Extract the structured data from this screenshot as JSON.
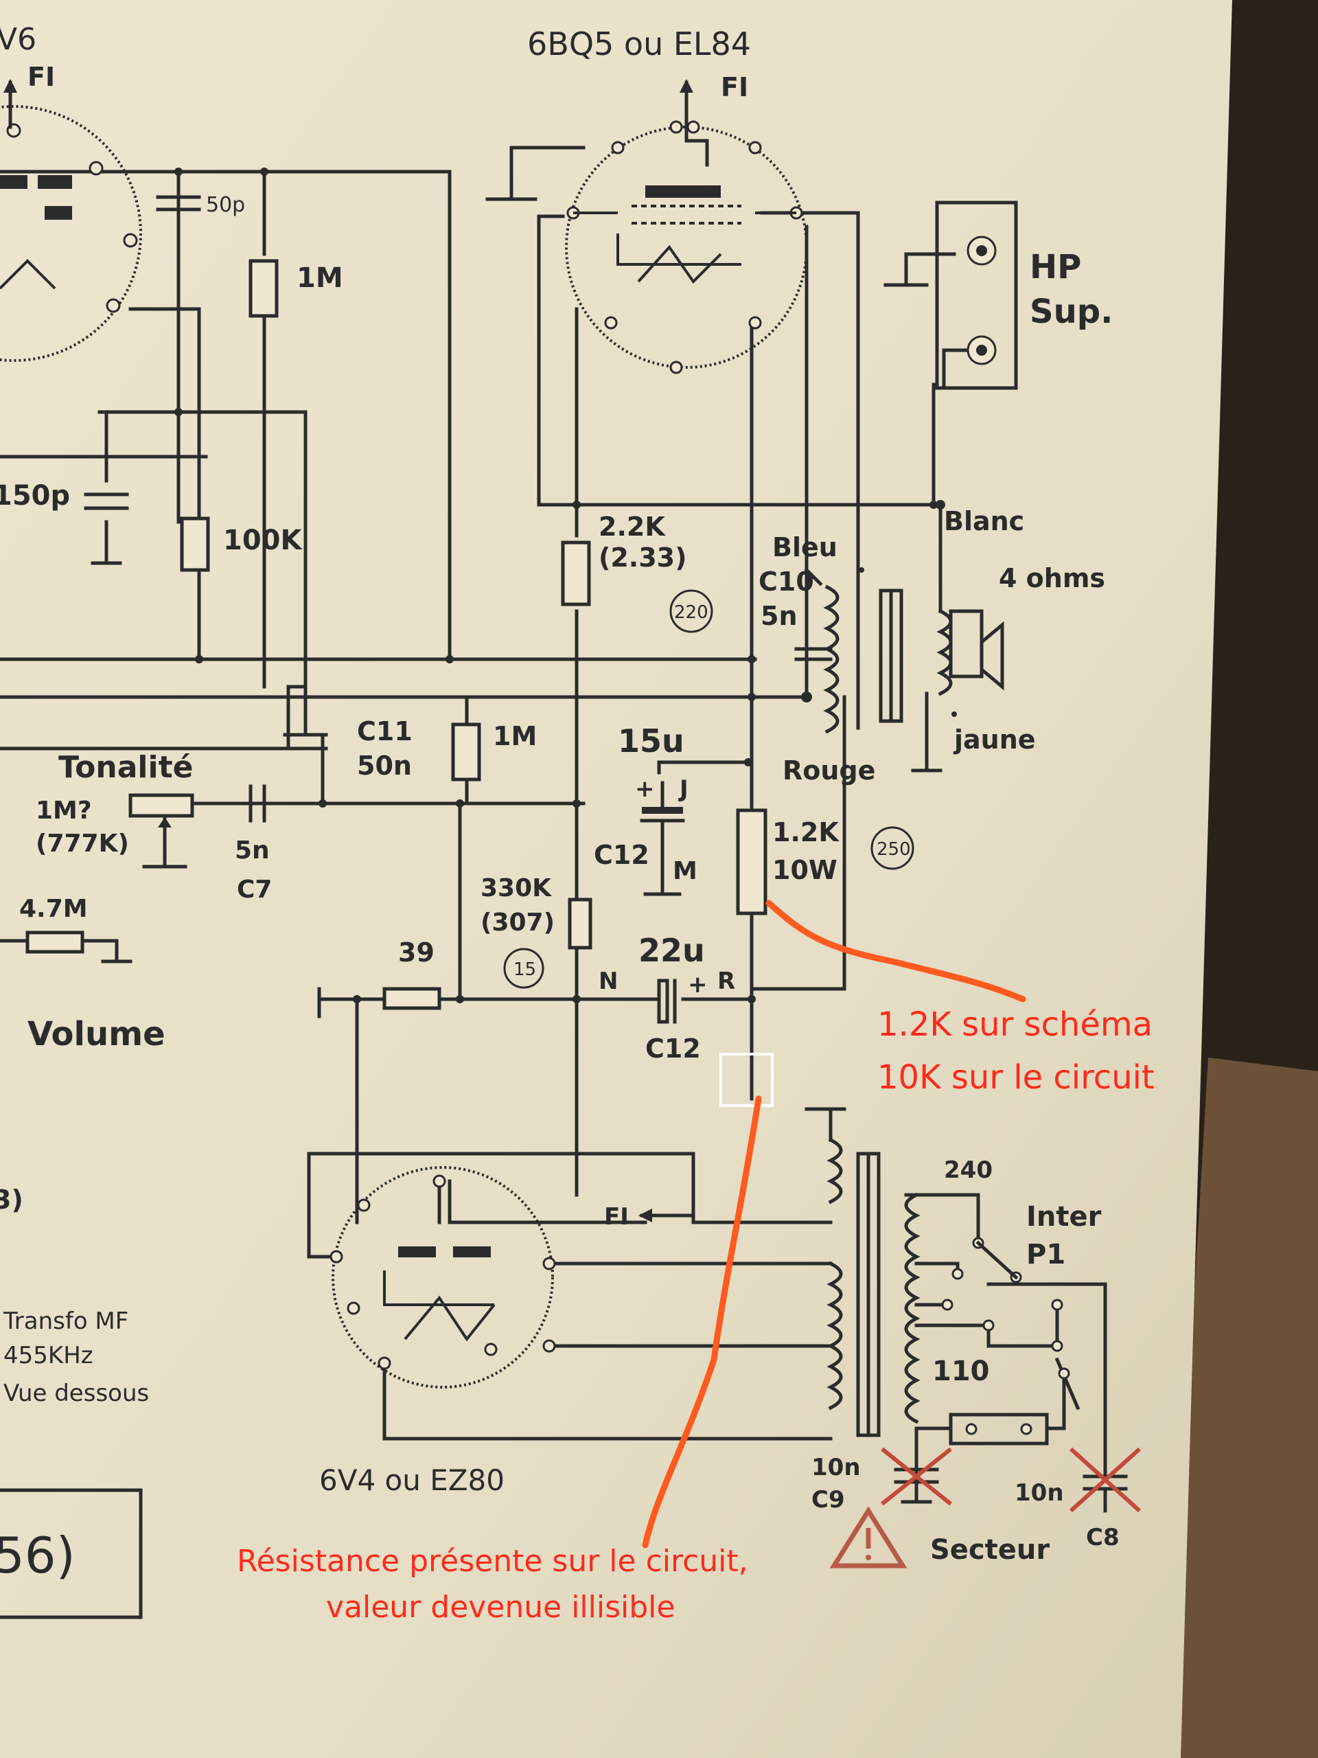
{
  "tubes": {
    "top_left_fragment": "V6",
    "output": "6BQ5 ou EL84",
    "rectifier": "6V4 ou EZ80"
  },
  "filament": "FI",
  "components": {
    "c_50p": "50p",
    "r_1m_top": "1M",
    "c_150p": "150p",
    "r_100k": "100K",
    "r_2_2k": "2.2K",
    "r_2_2k_measured": "(2.33)",
    "v_220": "220",
    "c10_color": "Bleu",
    "c10": "C10",
    "c10_value": "5n",
    "c11": "C11",
    "c11_value": "50n",
    "r_1m_mid": "1M",
    "c12a_value": "15u",
    "c12a_plus": "+",
    "c12a_j": "J",
    "c12a": "C12",
    "c12a_m": "M",
    "rouge": "Rouge",
    "r_1_2k": "1.2K",
    "r_1_2k_power": "10W",
    "v_250": "250",
    "tonalite": "Tonalité",
    "pot_tone": "1M?",
    "pot_tone_measured": "(777K)",
    "c7_value": "5n",
    "c7": "C7",
    "r_4_7m": "4.7M",
    "r_330k": "330K",
    "r_330k_measured": "(307)",
    "v_15": "15",
    "r_39": "39",
    "c12b_value": "22u",
    "c12b_n": "N",
    "c12b_plus": "+",
    "c12b_r": "R",
    "c12b": "C12",
    "volume": "Volume",
    "left_fragment": "3)",
    "mf_line1": "Transfo MF",
    "mf_line2": "455KHz",
    "mf_line3": "Vue dessous",
    "v_240": "240",
    "inter_line1": "Inter",
    "inter_line2": "P1",
    "v_110": "110",
    "c9_value": "10n",
    "c9": "C9",
    "c8_value": "10n",
    "c8": "C8",
    "secteur": "Secteur",
    "box_fragment": "56)"
  },
  "speaker": {
    "hp_line1": "HP",
    "hp_line2": "Sup.",
    "blanc": "Blanc",
    "impedance": "4 ohms",
    "jaune": "jaune"
  },
  "annotations": {
    "note1_line1": "1.2K sur schéma",
    "note1_line2": "10K sur le circuit",
    "note2_line1": "Résistance présente sur le circuit,",
    "note2_line2": "valeur devenue illisible",
    "color": "#ff2a1a",
    "marker_color": "#ff5a1f"
  }
}
